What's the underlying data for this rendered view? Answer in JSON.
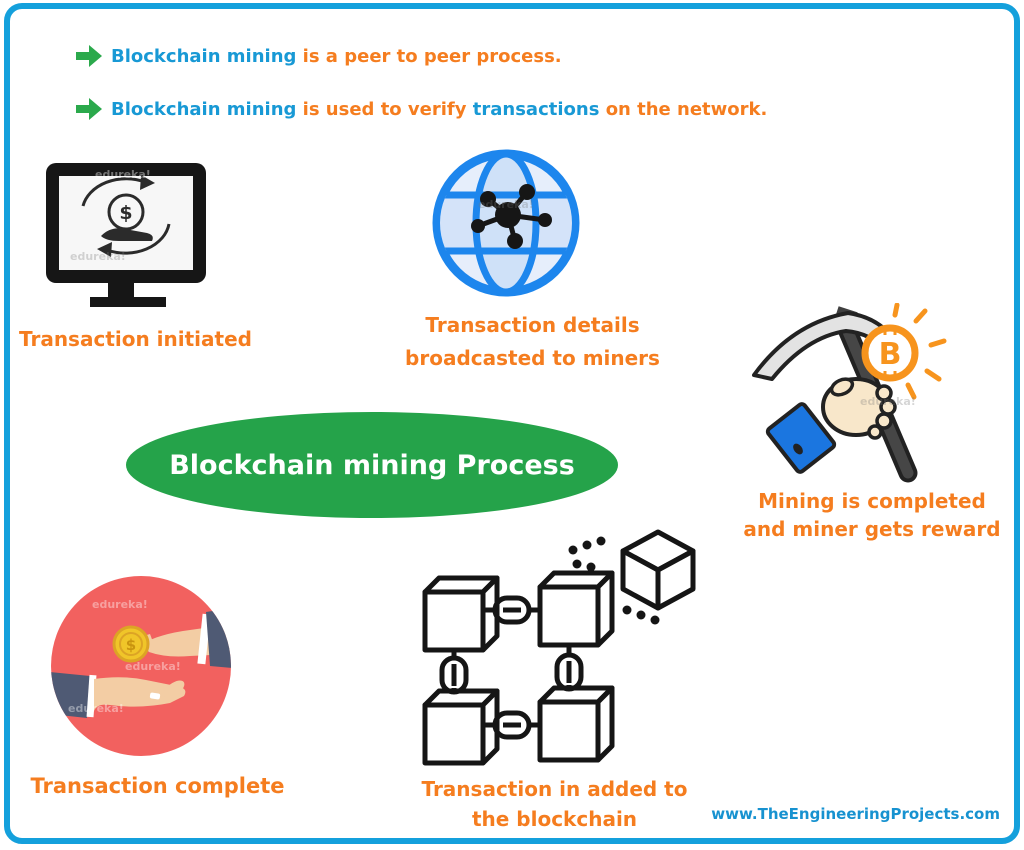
{
  "meta": {
    "watermark": "edureka!"
  },
  "frame": {
    "border_color": "#14a0dc"
  },
  "bullets": [
    {
      "seg1": "Blockchain mining",
      "seg2": " is a peer to peer process."
    },
    {
      "seg1": "Blockchain mining",
      "seg2": " is used to verify ",
      "seg3": "transactions",
      "seg4": " on the network."
    }
  ],
  "center_ellipse": {
    "title": "Blockchain mining Process",
    "fill": "#25a34a"
  },
  "steps": {
    "initiated": {
      "label": "Transaction initiated",
      "icon": "monitor-dollar-icon"
    },
    "broadcast": {
      "line1": "Transaction details",
      "line2": "broadcasted to miners",
      "icon": "globe-network-icon"
    },
    "mining": {
      "line1": "Mining is completed",
      "line2": "and miner gets reward",
      "icon": "pickaxe-bitcoin-icon"
    },
    "complete": {
      "label": "Transaction complete",
      "icon": "hands-coin-icon"
    },
    "added": {
      "line1": "Transaction in added to",
      "line2": "the blockchain",
      "icon": "blockchain-cubes-icon"
    }
  },
  "icons": {
    "dollar_symbol": "$",
    "bitcoin_symbol": "B"
  },
  "footer": {
    "website": "www.TheEngineeringProjects.com"
  },
  "colors": {
    "text_blue": "#1899d5",
    "text_orange": "#f57d1f",
    "arrow_green": "#2ba94c",
    "ellipse_green": "#25a34a",
    "border_blue": "#14a0dc",
    "red_circle": "#f2615f",
    "coin_gold": "#f0c529",
    "bitcoin_orange": "#f7941d",
    "globe_blue": "#1d86ed",
    "url_blue": "#1792d0"
  }
}
